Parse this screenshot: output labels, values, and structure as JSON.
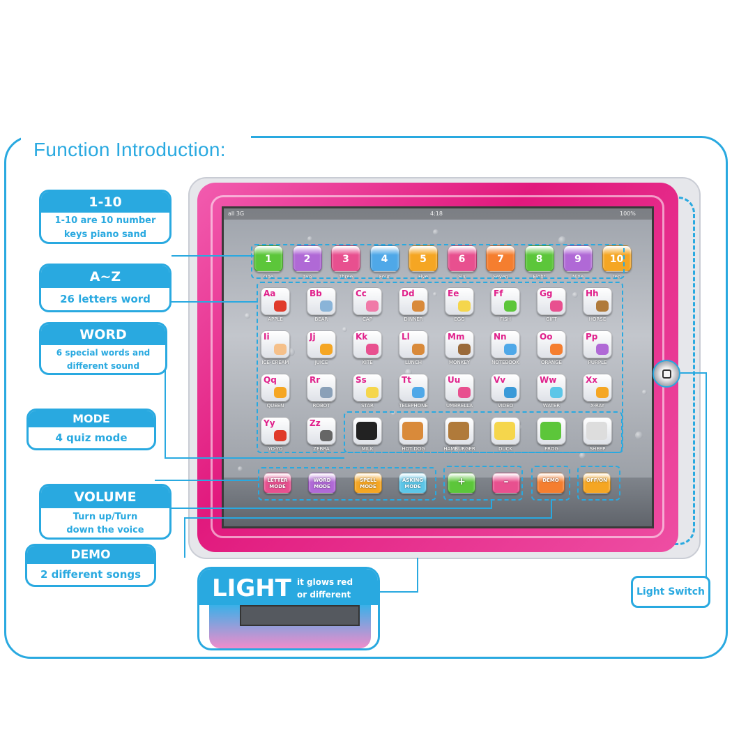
{
  "title": "Function Introduction:",
  "callouts": {
    "numbers": {
      "head": "1-10",
      "line1": "1-10 are 10 number",
      "line2": "keys piano sand"
    },
    "letters": {
      "head": "A~Z",
      "body": "26 letters word"
    },
    "word": {
      "head": "WORD",
      "line1": "6 special words and",
      "line2": "different sound"
    },
    "mode": {
      "head": "MODE",
      "body": "4 quiz mode"
    },
    "volume": {
      "head": "VOLUME",
      "line1": "Turn up/Turn",
      "line2": "down the voice"
    },
    "demo": {
      "head": "DEMO",
      "body": "2 different songs"
    },
    "light": {
      "head": "LIGHT",
      "line1": "it glows red",
      "line2": "or different"
    },
    "light_switch": "Light Switch"
  },
  "status_bar": {
    "left": "all 3G",
    "center": "4:18",
    "right": "100%"
  },
  "number_keys": [
    {
      "digit": "1",
      "label": "One",
      "color": "#5cc63a"
    },
    {
      "digit": "2",
      "label": "Two",
      "color": "#b069d6"
    },
    {
      "digit": "3",
      "label": "Three",
      "color": "#e8508f"
    },
    {
      "digit": "4",
      "label": "Four",
      "color": "#4fa8e8"
    },
    {
      "digit": "5",
      "label": "Five",
      "color": "#f5a623"
    },
    {
      "digit": "6",
      "label": "Six",
      "color": "#e8508f"
    },
    {
      "digit": "7",
      "label": "Seven",
      "color": "#f57e2f"
    },
    {
      "digit": "8",
      "label": "Eight",
      "color": "#5cc63a"
    },
    {
      "digit": "9",
      "label": "Nine",
      "color": "#b069d6"
    },
    {
      "digit": "10",
      "label": "Ten",
      "color": "#f5a623"
    }
  ],
  "letter_keys": [
    {
      "letter": "Aa",
      "word": "APPLE",
      "pic": "#e03a2a"
    },
    {
      "letter": "Bb",
      "word": "BEAR",
      "pic": "#8ab4d8"
    },
    {
      "letter": "Cc",
      "word": "CAP",
      "pic": "#f07aa8"
    },
    {
      "letter": "Dd",
      "word": "DINNER",
      "pic": "#d98a3a"
    },
    {
      "letter": "Ee",
      "word": "EGG",
      "pic": "#f5d64c"
    },
    {
      "letter": "Ff",
      "word": "FISH",
      "pic": "#5cc63a"
    },
    {
      "letter": "Gg",
      "word": "GIFT",
      "pic": "#e8508f"
    },
    {
      "letter": "Hh",
      "word": "HORSE",
      "pic": "#b07a3a"
    },
    {
      "letter": "Ii",
      "word": "ICE-CREAM",
      "pic": "#f5c08a"
    },
    {
      "letter": "Jj",
      "word": "JUICE",
      "pic": "#f5a623"
    },
    {
      "letter": "Kk",
      "word": "KITE",
      "pic": "#e8508f"
    },
    {
      "letter": "Ll",
      "word": "LUNCH",
      "pic": "#d98a3a"
    },
    {
      "letter": "Mm",
      "word": "MONKEY",
      "pic": "#9a6a3a"
    },
    {
      "letter": "Nn",
      "word": "NOTEBOOK",
      "pic": "#4fa8e8"
    },
    {
      "letter": "Oo",
      "word": "ORANGE",
      "pic": "#f57e2f"
    },
    {
      "letter": "Pp",
      "word": "PURPLE",
      "pic": "#b069d6"
    },
    {
      "letter": "Qq",
      "word": "QUEEN",
      "pic": "#f5a623"
    },
    {
      "letter": "Rr",
      "word": "ROBOT",
      "pic": "#8aa0b8"
    },
    {
      "letter": "Ss",
      "word": "STAR",
      "pic": "#f5d64c"
    },
    {
      "letter": "Tt",
      "word": "TELEPHONE",
      "pic": "#4fa8e8"
    },
    {
      "letter": "Uu",
      "word": "UMBRELLA",
      "pic": "#e8508f"
    },
    {
      "letter": "Vv",
      "word": "VIDEO",
      "pic": "#3a9ad8"
    },
    {
      "letter": "Ww",
      "word": "WATER",
      "pic": "#5cc6e8"
    },
    {
      "letter": "Xx",
      "word": "X-RAY",
      "pic": "#f5a623"
    },
    {
      "letter": "Yy",
      "word": "YO-YO",
      "pic": "#e03a2a"
    },
    {
      "letter": "Zz",
      "word": "ZEBRA",
      "pic": "#666666"
    }
  ],
  "word_keys": [
    {
      "word": "MILK",
      "pic": "#222222"
    },
    {
      "word": "HOT DOG",
      "pic": "#d98a3a"
    },
    {
      "word": "HAMBURGER",
      "pic": "#b07a3a"
    },
    {
      "word": "DUCK",
      "pic": "#f5d64c"
    },
    {
      "word": "FROG",
      "pic": "#5cc63a"
    },
    {
      "word": "SHEEP",
      "pic": "#dddddd"
    }
  ],
  "mode_keys": [
    {
      "label": "LETTER MODE",
      "color": "#e8508f"
    },
    {
      "label": "WORD MODE",
      "color": "#b069d6"
    },
    {
      "label": "SPELL MODE",
      "color": "#f5a623"
    },
    {
      "label": "ASKING MODE",
      "color": "#5cc6e8"
    },
    {
      "label": "+",
      "color": "#5cc63a"
    },
    {
      "label": "–",
      "color": "#e8508f"
    },
    {
      "label": "DEMO",
      "color": "#f57e2f"
    },
    {
      "label": "OFF/ON",
      "color": "#f5a623"
    }
  ]
}
